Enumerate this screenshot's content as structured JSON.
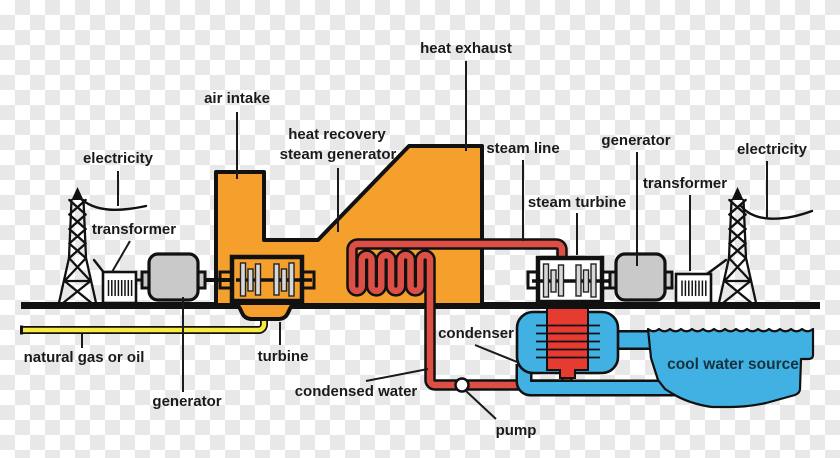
{
  "diagram": {
    "type": "combined-cycle-power-plant-schematic",
    "labels": {
      "electricity_left": "electricity",
      "transformer_left": "transformer",
      "natural_gas": "natural gas or oil",
      "generator_left": "generator",
      "air_intake": "air intake",
      "hrsg_line1": "heat recovery",
      "hrsg_line2": "steam generator",
      "heat_exhaust": "heat exhaust",
      "steam_line": "steam line",
      "steam_turbine": "steam turbine",
      "generator_right": "generator",
      "transformer_right": "transformer",
      "electricity_right": "electricity",
      "turbine": "turbine",
      "condenser": "condenser",
      "condensed_water": "condensed water",
      "pump": "pump",
      "cool_water_source": "cool water source"
    },
    "colors": {
      "orange": "#f5a02d",
      "red_pipe": "#dd4f45",
      "red_duct": "#e63b30",
      "blue": "#41b1e3",
      "yellow": "#f7ec3e",
      "gray_machine": "#c9c9c9",
      "gray_bar": "#d8d8d8",
      "outline": "#111111",
      "checker_gray": "#e8e8e8",
      "text": "#1a1a1a"
    }
  }
}
